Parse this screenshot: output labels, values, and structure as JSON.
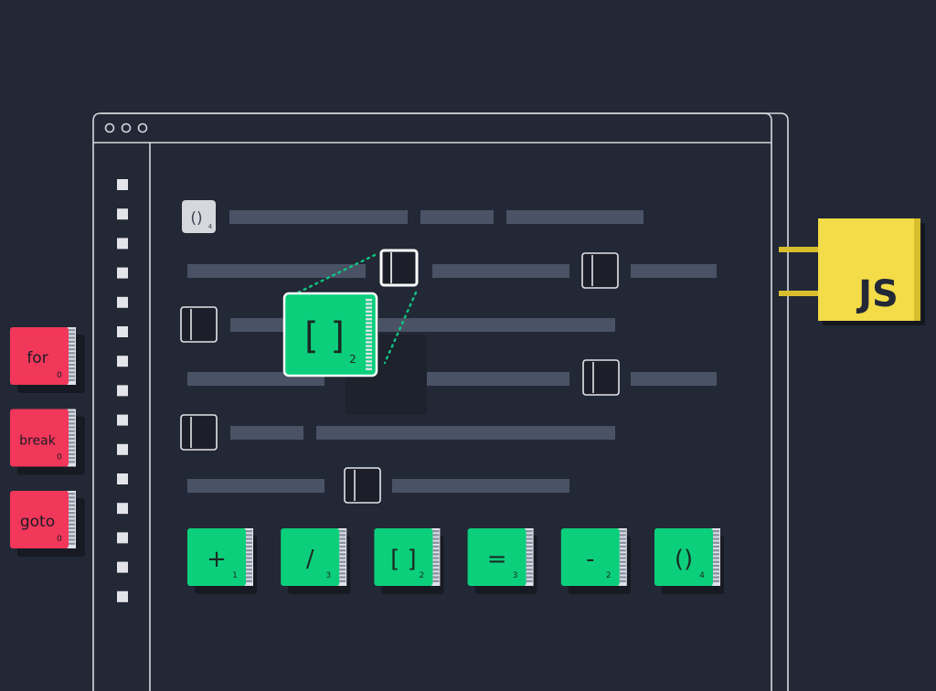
{
  "colors": {
    "background": "#232836",
    "outline": "#d7d9e0",
    "code_bar": "#4a5266",
    "bracket_slot_fill": "#1c1f29",
    "green_tile": "#0ccf7c",
    "red_tile": "#f1375a",
    "js_badge": "#f3dc47",
    "js_plug": "#d8be2e",
    "gray_tile": "#d6d8dd",
    "dotted_link": "#10c481"
  },
  "editor": {
    "window_dots": [
      "dot-1",
      "dot-2",
      "dot-3"
    ],
    "header_token": {
      "symbol": "()",
      "score": "4"
    }
  },
  "keyword_tiles": [
    {
      "label": "for",
      "score": "0"
    },
    {
      "label": "break",
      "score": "0"
    },
    {
      "label": "goto",
      "score": "0"
    }
  ],
  "dragged_tile": {
    "symbol": "[ ]",
    "score": "2"
  },
  "symbol_tiles": [
    {
      "symbol": "+",
      "score": "1"
    },
    {
      "symbol": "/",
      "score": "3"
    },
    {
      "symbol": "[ ]",
      "score": "2"
    },
    {
      "symbol": "=",
      "score": "3"
    },
    {
      "symbol": "-",
      "score": "2"
    },
    {
      "symbol": "()",
      "score": "4"
    }
  ],
  "js_badge": {
    "label": "JS",
    "icon": "js-plug-icon"
  }
}
